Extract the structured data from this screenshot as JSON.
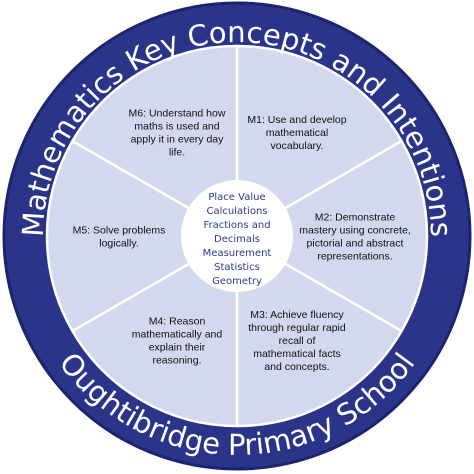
{
  "title_top": "Mathematics Key Concepts and Intentions",
  "title_bottom": "Oughtibridge Primary School",
  "colors": {
    "ring": "#2a3488",
    "ring_edge": "#1c2470",
    "segment_fill": "#d3d8ee",
    "segment_stroke": "#ffffff",
    "center_fill": "#ffffff",
    "center_text": "#2b3a8f"
  },
  "center_topics": [
    "Place Value",
    "Calculations",
    "Fractions and",
    "Decimals",
    "Measurement",
    "Statistics",
    "Geometry"
  ],
  "segments": [
    {
      "id": "M1",
      "lines": [
        "M1: Use and develop",
        "mathematical",
        "vocabulary."
      ]
    },
    {
      "id": "M2",
      "lines": [
        "M2: Demonstrate",
        "mastery using concrete,",
        "pictorial and abstract",
        "representations."
      ]
    },
    {
      "id": "M3",
      "lines": [
        "M3: Achieve fluency",
        "through regular rapid",
        "recall of",
        "mathematical facts",
        "and concepts."
      ]
    },
    {
      "id": "M4",
      "lines": [
        "M4: Reason",
        "mathematically and",
        "explain their",
        "reasoning."
      ]
    },
    {
      "id": "M5",
      "lines": [
        "M5: Solve problems",
        "logically."
      ]
    },
    {
      "id": "M6",
      "lines": [
        "M6: Understand how",
        "maths is used and",
        "apply it in every day",
        "life."
      ]
    }
  ]
}
